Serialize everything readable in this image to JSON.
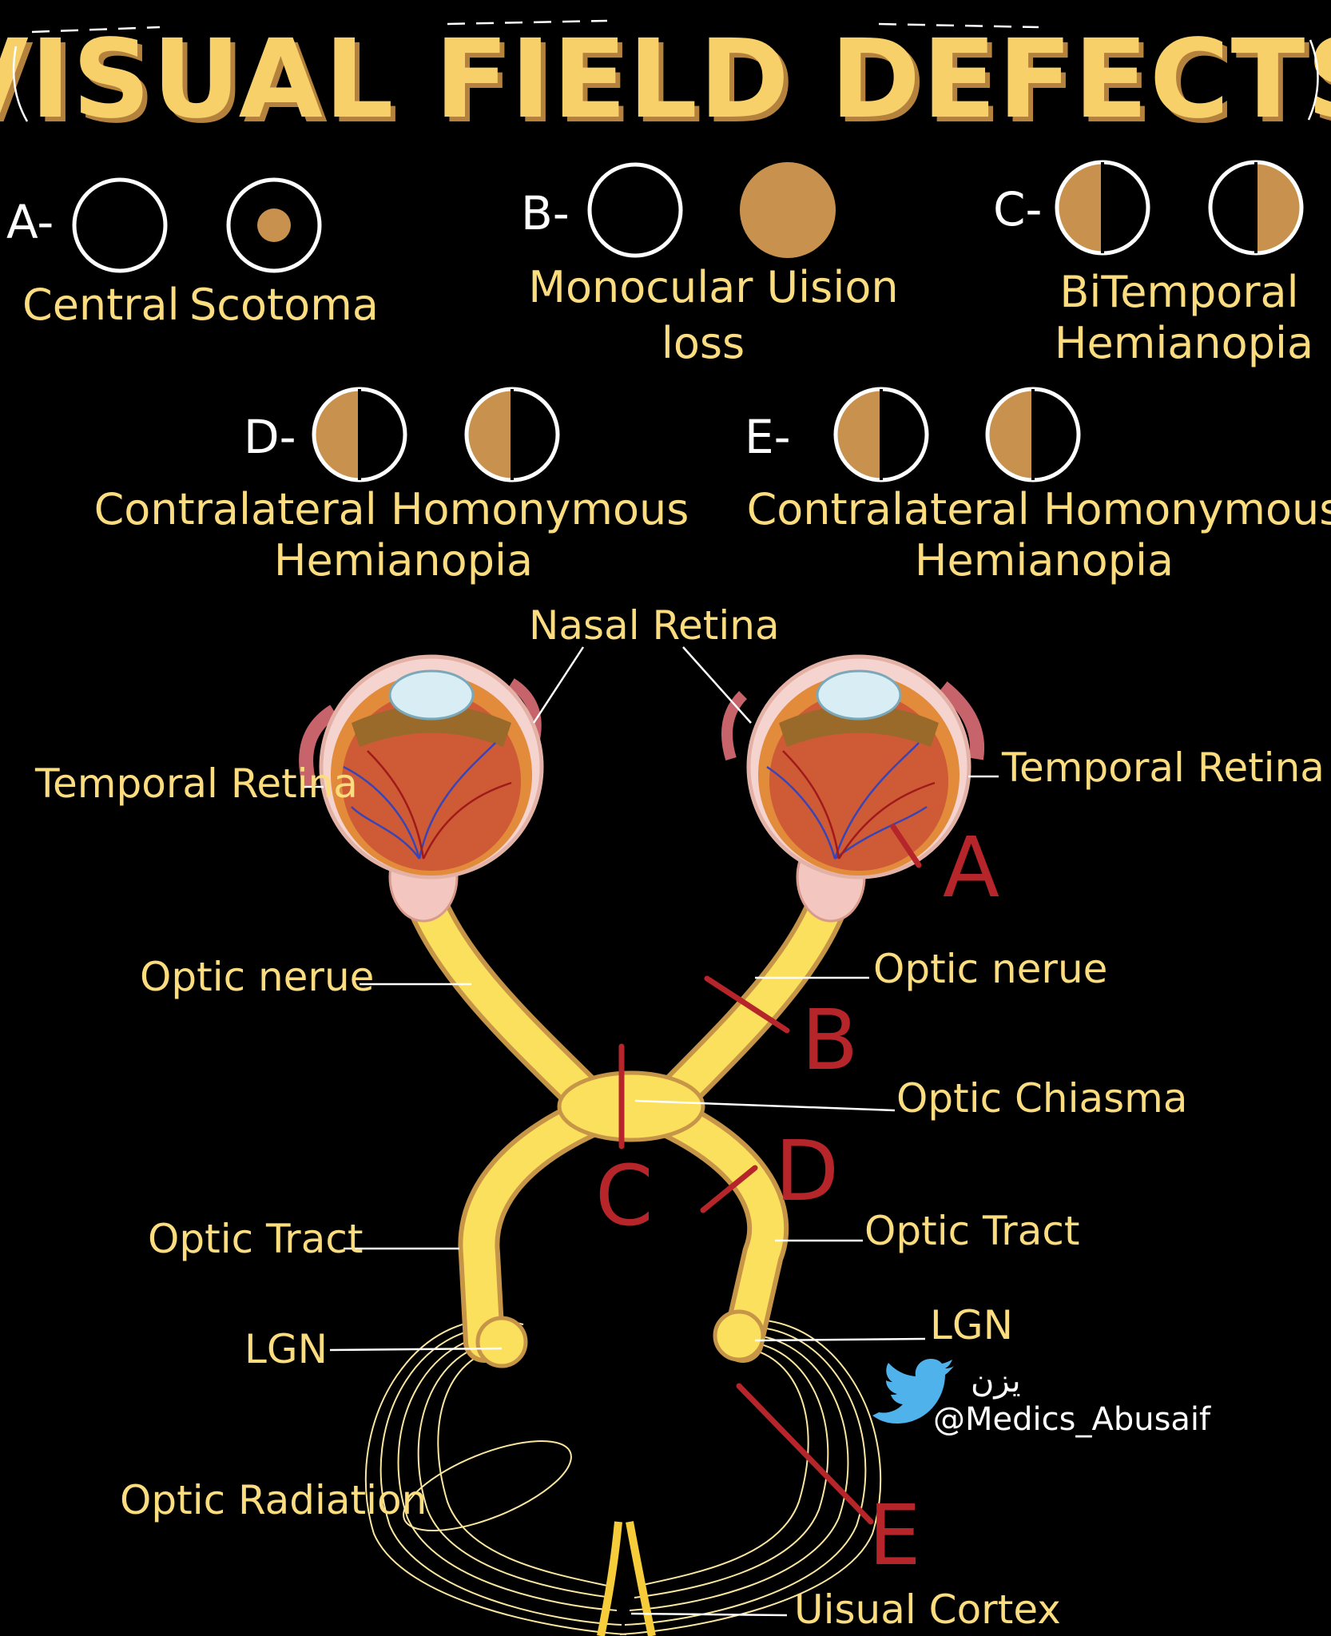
{
  "title": "VISUAL FIELD DEFECTS",
  "defects": [
    {
      "letter": "A-",
      "caption": [
        "Central",
        "Scotoma"
      ]
    },
    {
      "letter": "B-",
      "caption": [
        "Monocular Uision",
        "loss"
      ]
    },
    {
      "letter": "C-",
      "caption": [
        "BiTemporal",
        "Hemianopia"
      ]
    },
    {
      "letter": "D-",
      "caption": [
        "Contralateral Homonymous",
        "Hemianopia"
      ]
    },
    {
      "letter": "E-",
      "caption": [
        "Contralateral Homonymous",
        "Hemianopia"
      ]
    }
  ],
  "anatomy_labels": {
    "nasal_retina": "Nasal Retina",
    "temporal_retina_left": "Temporal Retina",
    "temporal_retina_right": "Temporal Retina",
    "optic_nerve_left": "Optic nerue",
    "optic_nerve_right": "Optic nerue",
    "optic_chiasma": "Optic Chiasma",
    "optic_tract_left": "Optic Tract",
    "optic_tract_right": "Optic Tract",
    "lgn_left": "LGN",
    "lgn_right": "LGN",
    "optic_radiation": "Optic Radiation",
    "visual_cortex": "Uisual Cortex"
  },
  "lesion_markers": [
    "A",
    "B",
    "C",
    "D",
    "E"
  ],
  "credit": {
    "handle": "@Medics_Abusaif",
    "signature": "يزن"
  },
  "colors": {
    "background": "#000000",
    "text": "#fbdc7e",
    "field_loss": "#c8924e",
    "pathway": "#fbe05d",
    "lesion": "#b5252a"
  },
  "icons": {
    "twitter": "twitter-bird-icon"
  }
}
